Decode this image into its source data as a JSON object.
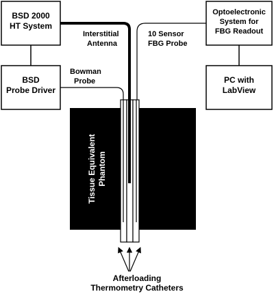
{
  "boxes": {
    "bsd_system": {
      "line1": "BSD 2000",
      "line2": "HT System"
    },
    "probe_driver": {
      "line1": "BSD",
      "line2": "Probe Driver"
    },
    "optoelectronic": {
      "line1": "Optoelectronic",
      "line2": "System for",
      "line3": "FBG Readout"
    },
    "pc": {
      "line1": "PC with",
      "line2": "LabView"
    }
  },
  "labels": {
    "antenna": {
      "line1": "Interstitial",
      "line2": "Antenna"
    },
    "fbg_probe": {
      "line1": "10 Sensor",
      "line2": "FBG Probe"
    },
    "bowman": {
      "line1": "Bowman",
      "line2": "Probe"
    },
    "phantom": {
      "line1": "Tissue Equivalent",
      "line2": "Phantom"
    },
    "catheters": {
      "line1": "Afterloading",
      "line2": "Thermometry Catheters"
    }
  },
  "colors": {
    "ink": "#000000",
    "background": "#ffffff"
  }
}
